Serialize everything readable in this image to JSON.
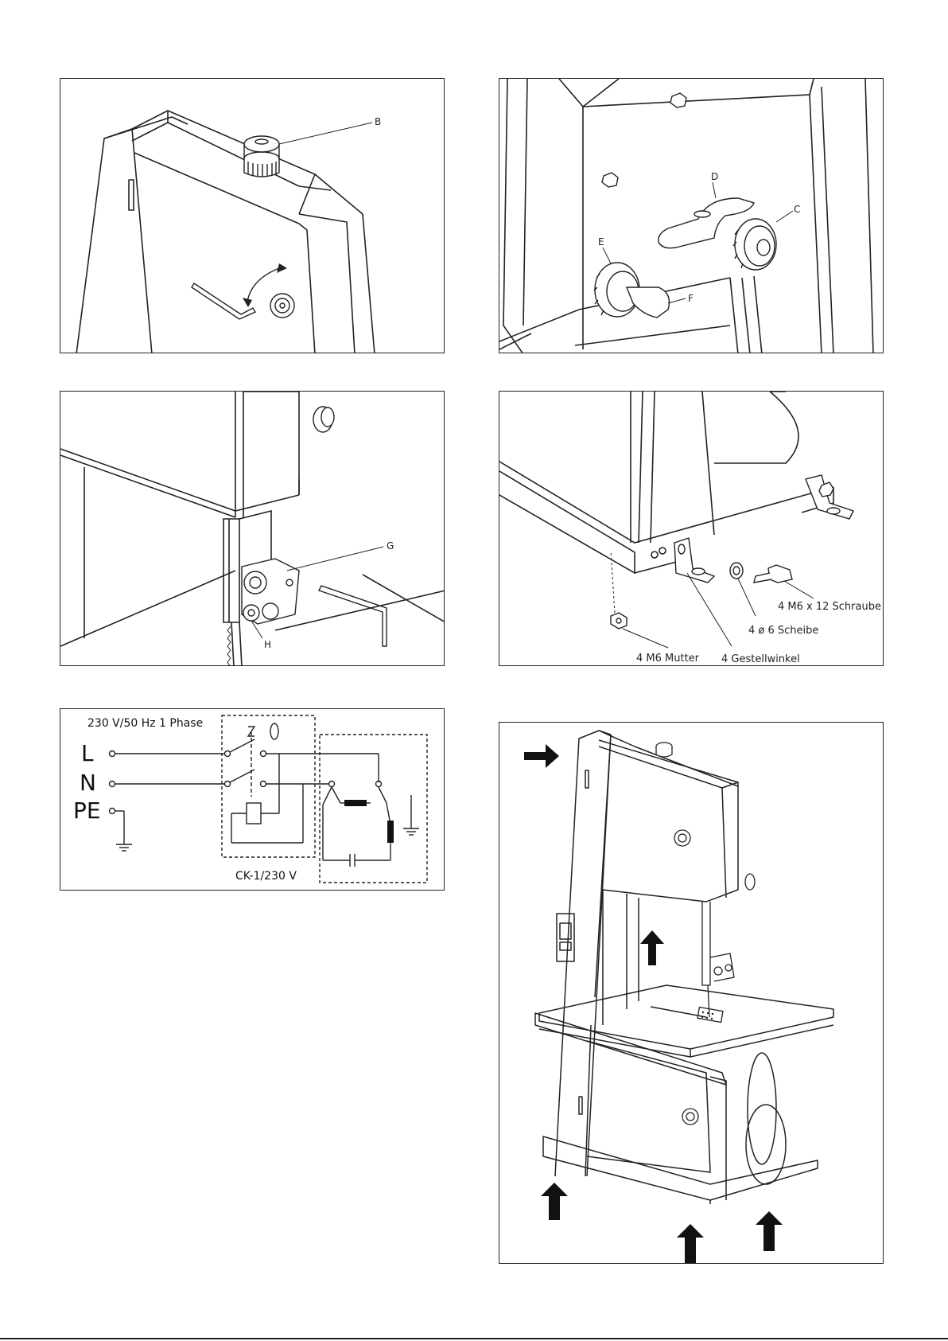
{
  "fig1": {
    "label_b": "B"
  },
  "fig2": {
    "label_d": "D",
    "label_c": "C",
    "label_e": "E",
    "label_f": "F"
  },
  "fig3": {
    "label_g": "G",
    "label_h": "H"
  },
  "fig4": {
    "screw": "4 M6 x 12 Schraube",
    "washer": "4 ø 6 Scheibe",
    "nut": "4 M6 Mutter",
    "bracket": "4 Gestellwinkel"
  },
  "fig5": {
    "supply": "230 V/50 Hz 1 Phase",
    "l": "L",
    "n": "N",
    "pe": "PE",
    "switch_model": "CK-1/230 V"
  },
  "fig6": {}
}
